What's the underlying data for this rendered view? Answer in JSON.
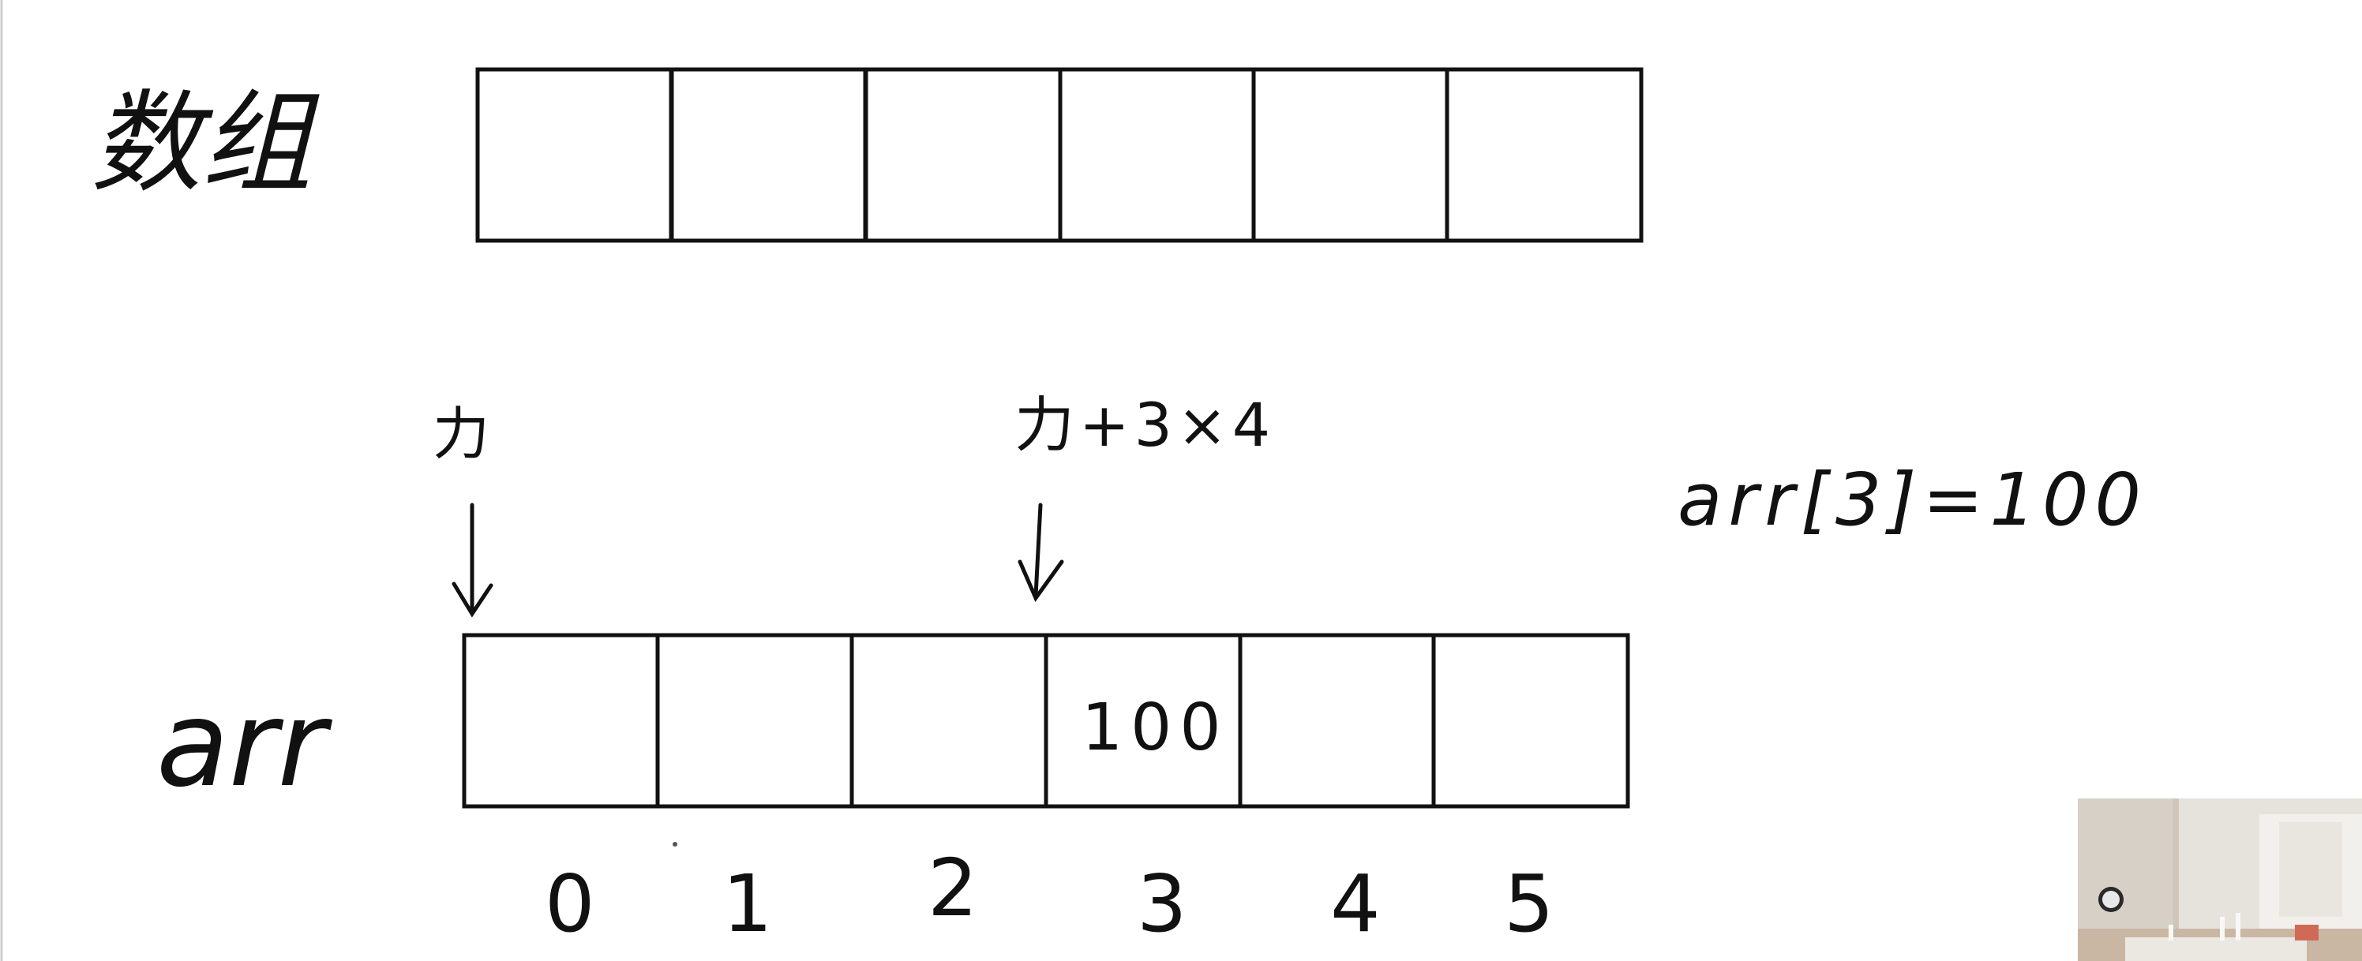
{
  "title": "数组",
  "array_label": "arr",
  "base_address_label": "力",
  "offset_expression": "力+3×4",
  "assignment_statement": "arr[3]=100",
  "stored_value": "100",
  "indices": [
    "0",
    "1",
    "2",
    "3",
    "4",
    "5"
  ],
  "stroke_color": "#111111"
}
